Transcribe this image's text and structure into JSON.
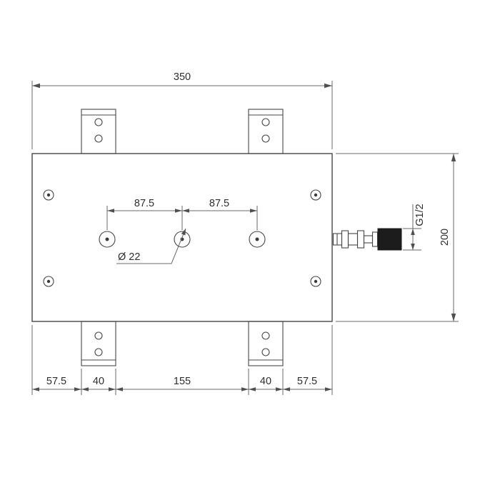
{
  "drawing": {
    "background": "#ffffff",
    "line_color": "#474747",
    "dim_color": "#6a6a6a",
    "labels": {
      "width_total": "350",
      "height_total": "200",
      "pitch_left": "87.5",
      "pitch_right": "87.5",
      "hole_diameter": "Ø 22",
      "thread": "G1/2",
      "margin_left": "57.5",
      "bracket_left": "40",
      "center_span": "155",
      "bracket_right": "40",
      "margin_right": "57.5"
    }
  }
}
